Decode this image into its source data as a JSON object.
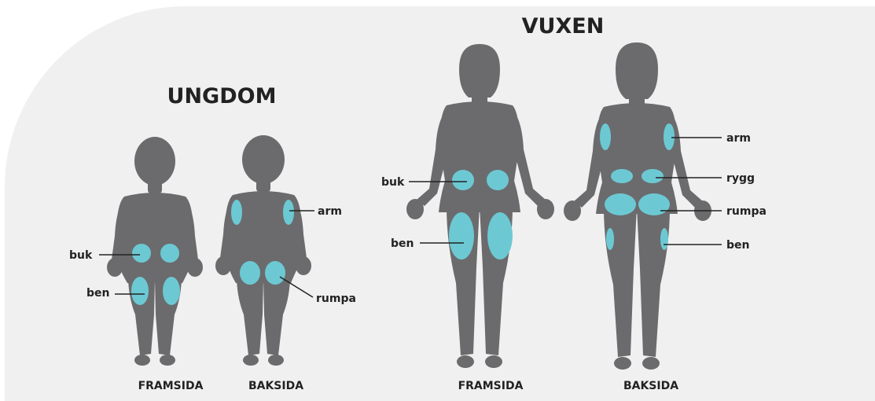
{
  "colors": {
    "background": "#f0f0f0",
    "body": "#6b6b6d",
    "site": "#6cc9d3",
    "text": "#222222"
  },
  "youth": {
    "title": "UNGDOM",
    "front_caption": "FRAMSIDA",
    "back_caption": "BAKSIDA",
    "labels": {
      "buk": "buk",
      "ben": "ben",
      "arm": "arm",
      "rumpa": "rumpa"
    }
  },
  "adult": {
    "title": "VUXEN",
    "front_caption": "FRAMSIDA",
    "back_caption": "BAKSIDA",
    "labels": {
      "buk": "buk",
      "ben_front": "ben",
      "arm": "arm",
      "rygg": "rygg",
      "rumpa": "rumpa",
      "ben_back": "ben"
    }
  }
}
